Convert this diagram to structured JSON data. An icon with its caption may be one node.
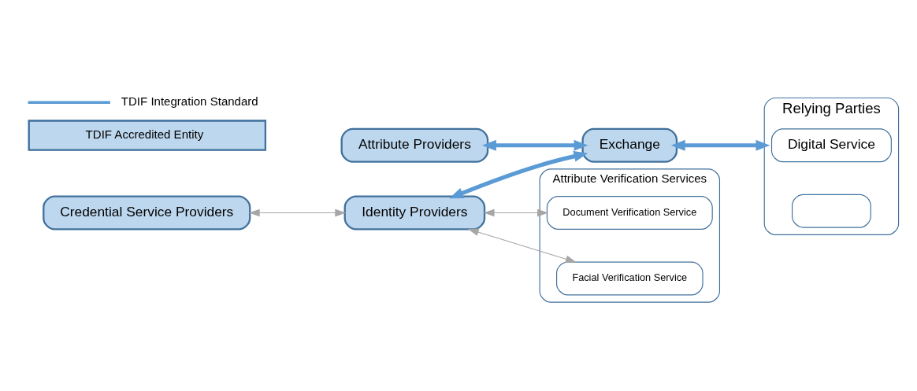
{
  "diagram": {
    "nodes": [
      {
        "text": [
          "Attribute Verification Services"
        ]
      },
      {
        "text": [
          "Document Verification Service"
        ],
        "in": 0
      },
      {
        "text": [
          "Facial Verification Service"
        ],
        "in": 0
      },
      {
        "text": [
          "Credential Service Providers"
        ]
      },
      {
        "text": [
          "Identity Providers"
        ]
      },
      {
        "text": [
          "Exchange"
        ]
      },
      {
        "text": [
          "Relying Parties"
        ]
      },
      {
        "text": [
          "Digital Service"
        ],
        "in": 6
      },
      {
        "text": [],
        "shape": "box",
        "in": 6
      },
      {
        "text": [
          "Attribute Providers"
        ]
      }
    ],
    "edges": [
      {
        "from": 4,
        "to": 1,
        "arrow": "both",
        "color": "#a6a6a6"
      },
      {
        "from": 4,
        "to": 2,
        "arrow": "both",
        "color": "#a6a6a6"
      },
      {
        "from": 3,
        "to": 4,
        "arrow": "both",
        "color": "#a6a6a6"
      },
      {
        "from": 4,
        "to": 5,
        "arrow": "both",
        "style": "thick",
        "color": "#5b9bd5"
      },
      {
        "from": 9,
        "to": 5,
        "arrow": "both",
        "style": "thick",
        "color": "#5b9bd5"
      },
      {
        "from": 5,
        "to": 6,
        "arrow": "both",
        "style": "thick",
        "color": "#5b9bd5"
      }
    ],
    "legend": [
      {
        "text": "TDIF Integration Standard"
      },
      {
        "text": "TDIF Accredited Entity",
        "color": "#bdd7ee"
      }
    ]
  }
}
